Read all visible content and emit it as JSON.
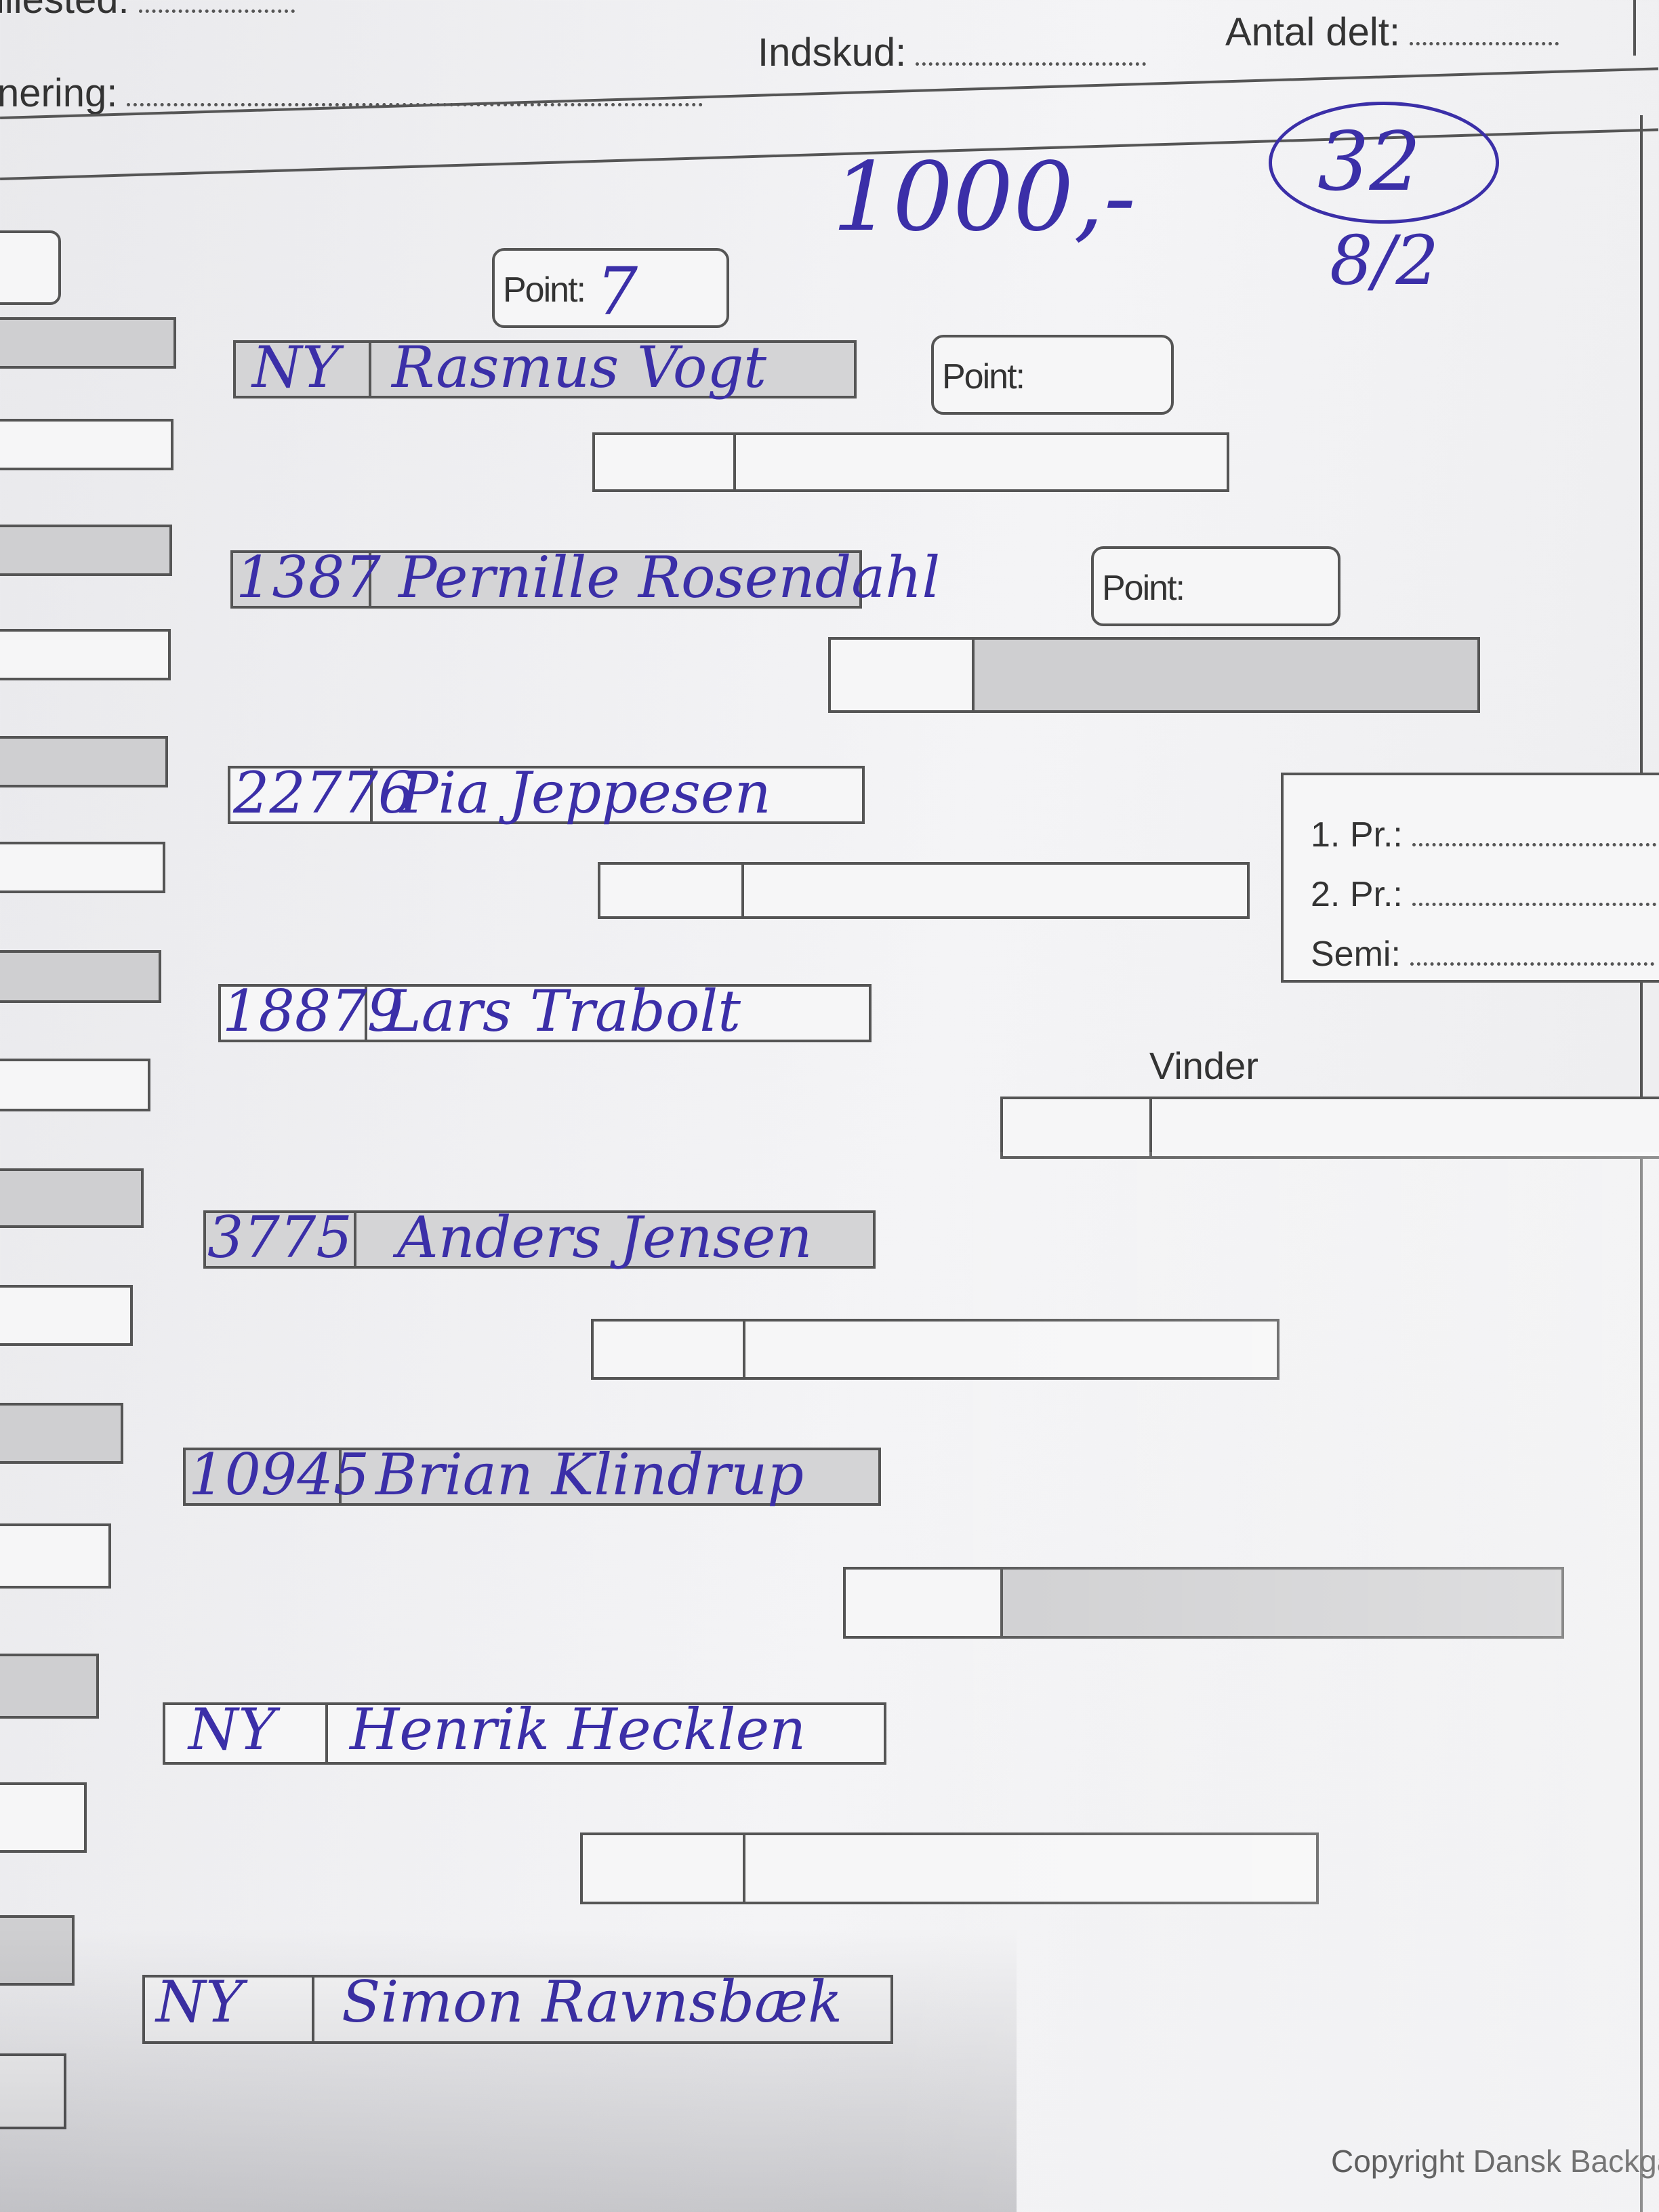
{
  "header": {
    "top_fragment": "illested:",
    "indskud_label": "Indskud:",
    "antal_label": "Antal delt:",
    "ordering_fragment": "nering:"
  },
  "annotations": {
    "amount": "1000,-",
    "circled_count": "32",
    "date": "8/2"
  },
  "point_label": "Point:",
  "point_boxes": [
    {
      "value": "7"
    },
    {
      "value": ""
    },
    {
      "value": ""
    }
  ],
  "players": [
    {
      "id": "NY",
      "name": "Rasmus Vogt"
    },
    {
      "id": "1387",
      "name": "Pernille Rosendahl"
    },
    {
      "id": "22776",
      "name": "Pia Jeppesen"
    },
    {
      "id": "18879",
      "name": "Lars Trabolt"
    },
    {
      "id": "3775",
      "name": "Anders Jensen"
    },
    {
      "id": "10945",
      "name": "Brian Klindrup"
    },
    {
      "id": "NY",
      "name": "Henrik Hecklen"
    },
    {
      "id": "NY",
      "name": "Simon Ravnsbæk"
    }
  ],
  "prizes": {
    "first": "1. Pr.:",
    "second": "2. Pr.:",
    "semi": "Semi:"
  },
  "winner_label": "Vinder",
  "copyright": "Copyright Dansk Backgam"
}
